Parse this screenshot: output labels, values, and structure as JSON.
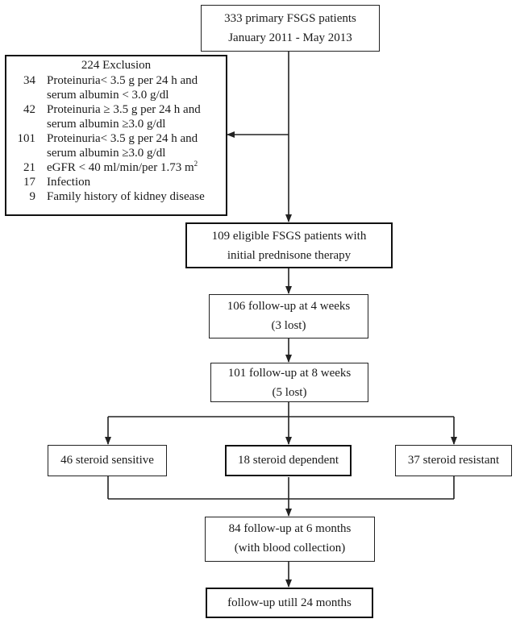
{
  "diagram": {
    "start": {
      "line1": "333 primary FSGS patients",
      "line2": "January 2011 - May 2013"
    },
    "exclusion": {
      "title": "224 Exclusion",
      "items": [
        {
          "count": "34",
          "line1": "Proteinuria< 3.5 g per 24 h and",
          "line2": "serum albumin < 3.0 g/dl"
        },
        {
          "count": "42",
          "line1": "Proteinuria ≥ 3.5 g per 24 h and",
          "line2": "serum albumin ≥3.0 g/dl"
        },
        {
          "count": "101",
          "line1": "Proteinuria< 3.5 g per 24 h and",
          "line2": "serum albumin ≥3.0 g/dl"
        },
        {
          "count": "21",
          "line1": "eGFR < 40 ml/min/per 1.73 m",
          "sup": "2"
        },
        {
          "count": "17",
          "line1": "Infection"
        },
        {
          "count": "9",
          "line1": "Family history of kidney disease"
        }
      ]
    },
    "eligible": {
      "line1": "109 eligible FSGS patients with",
      "line2": "initial prednisone therapy"
    },
    "week4": {
      "line1": "106 follow-up at 4 weeks",
      "line2": "(3 lost)"
    },
    "week8": {
      "line1": "101 follow-up at 8 weeks",
      "line2": "(5 lost)"
    },
    "groups": {
      "sensitive": "46 steroid sensitive",
      "dependent": "18 steroid dependent",
      "resistant": "37 steroid resistant"
    },
    "month6": {
      "line1": "84 follow-up at 6 months",
      "line2": "(with blood collection)"
    },
    "final": "follow-up utill 24 months"
  }
}
